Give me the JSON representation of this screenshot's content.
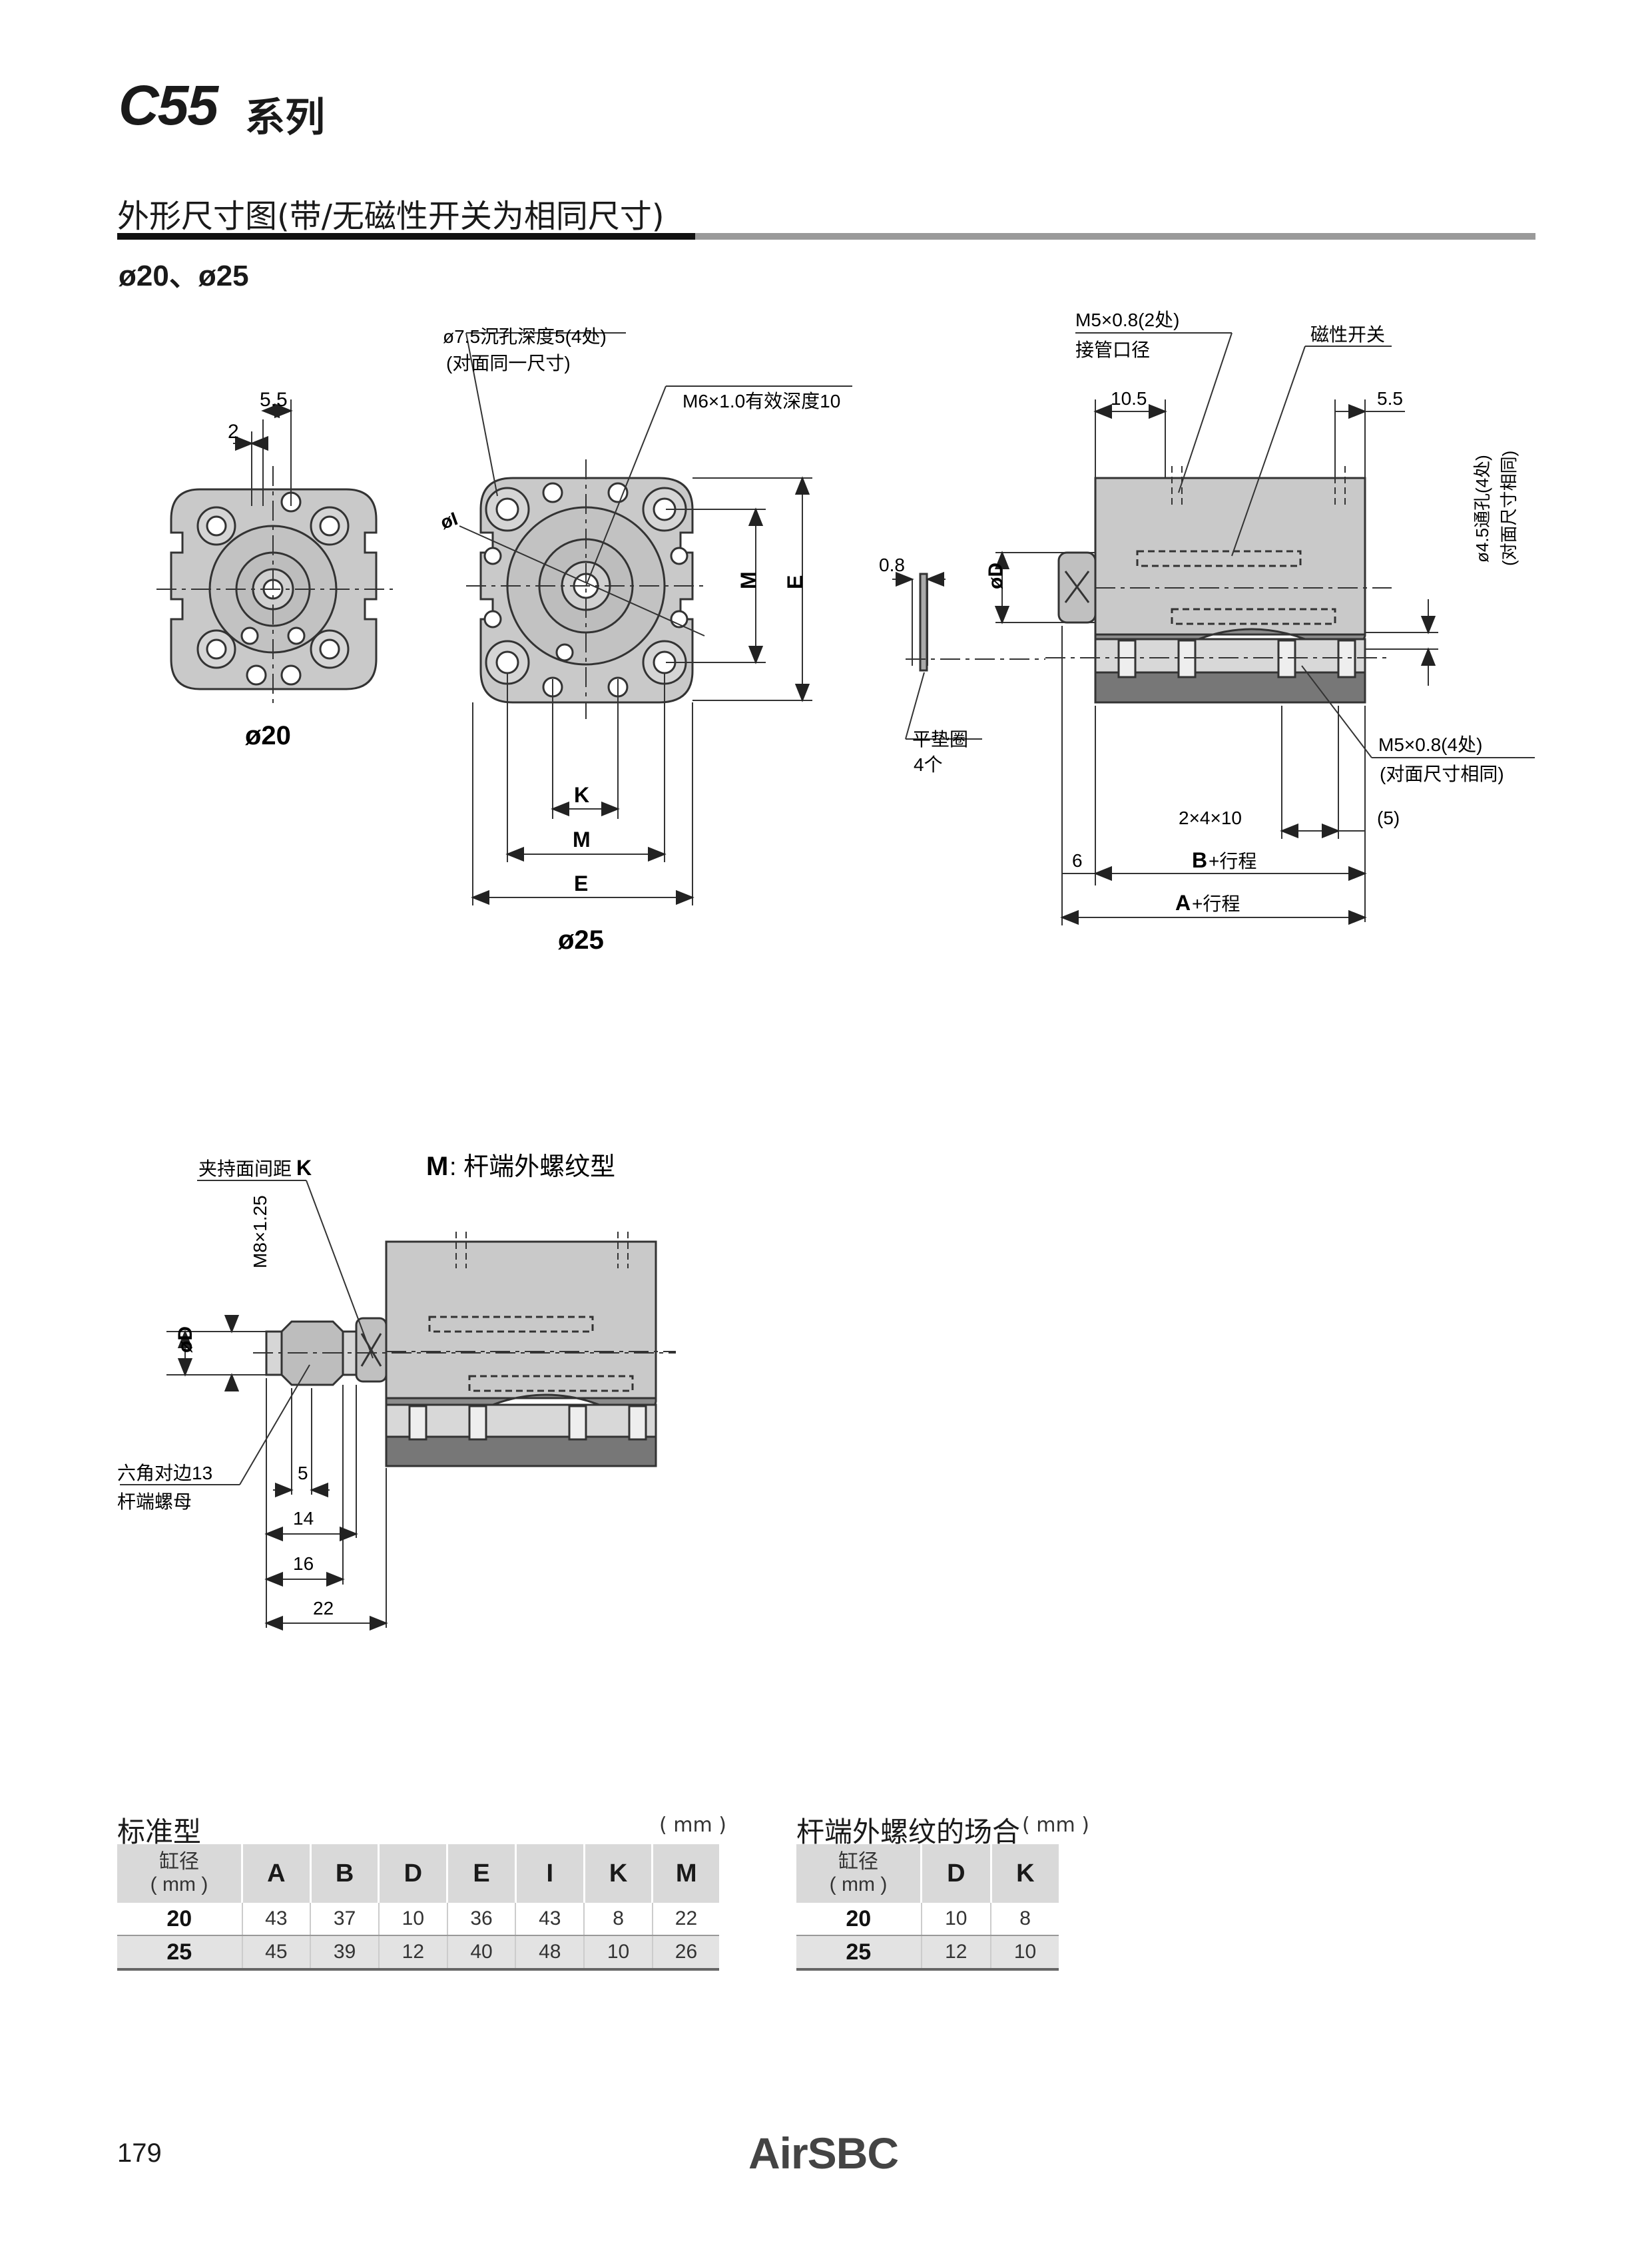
{
  "header": {
    "series_title": "C55",
    "series_suffix": "系列",
    "section_heading": "外形尺寸图(带/无磁性开关为相同尺寸)",
    "bore_label": "ø20、ø25"
  },
  "drawing_top": {
    "left_dims": {
      "d_5_5": "5.5",
      "d_2": "2",
      "caption": "ø20"
    },
    "mid_dims": {
      "counterbore_1": "ø7.5沉孔深度5(4处)",
      "counterbore_2": "(对面同一尺寸)",
      "thread_note": "M6×1.0有效深度10",
      "phi_i": "øI",
      "M": "M",
      "E": "E",
      "K": "K",
      "caption": "ø25"
    },
    "side_dims": {
      "port_1": "M5×0.8(2处)",
      "port_2": "接管口径",
      "switch_label": "磁性开关",
      "d_10_5": "10.5",
      "d_5_5": "5.5",
      "d_0_8": "0.8",
      "phiD": "øD",
      "through_hole_1": "ø4.5通孔(4处)",
      "through_hole_2": "(对面尺寸相同)",
      "washer_1": "平垫圈",
      "washer_2": "4个",
      "thread_4_1": "M5×0.8(4处)",
      "thread_4_2": "(对面尺寸相同)",
      "d_2x4x10": "2×4×10",
      "d_5_paren": "(5)",
      "d_6": "6",
      "B_prefix": "B",
      "B_suffix": "+行程",
      "A_prefix": "A",
      "A_suffix": "+行程"
    }
  },
  "drawing_bottom": {
    "clamp_prefix": "夹持面间距",
    "clamp_k": "K",
    "title_prefix": "M",
    "title_rest": ": 杆端外螺纹型",
    "thread": "M8×1.25",
    "phiD": "øD",
    "hex_1": "六角对边13",
    "hex_2": "杆端螺母",
    "d_5": "5",
    "d_14": "14",
    "d_16": "16",
    "d_22": "22"
  },
  "tables": {
    "standard": {
      "caption": "标准型",
      "unit": "( mm )",
      "bore_header_1": "缸径",
      "bore_header_2": "( mm )",
      "columns": [
        "A",
        "B",
        "D",
        "E",
        "I",
        "K",
        "M"
      ],
      "rows": [
        {
          "bore": "20",
          "values": [
            "43",
            "37",
            "10",
            "36",
            "43",
            "8",
            "22"
          ]
        },
        {
          "bore": "25",
          "values": [
            "45",
            "39",
            "12",
            "40",
            "48",
            "10",
            "26"
          ]
        }
      ]
    },
    "male_thread": {
      "caption": "杆端外螺纹的场合",
      "unit": "( mm )",
      "bore_header_1": "缸径",
      "bore_header_2": "( mm )",
      "columns": [
        "D",
        "K"
      ],
      "rows": [
        {
          "bore": "20",
          "values": [
            "10",
            "8"
          ]
        },
        {
          "bore": "25",
          "values": [
            "12",
            "10"
          ]
        }
      ]
    }
  },
  "footer": {
    "page_number": "179",
    "brand": "AirSBC"
  }
}
